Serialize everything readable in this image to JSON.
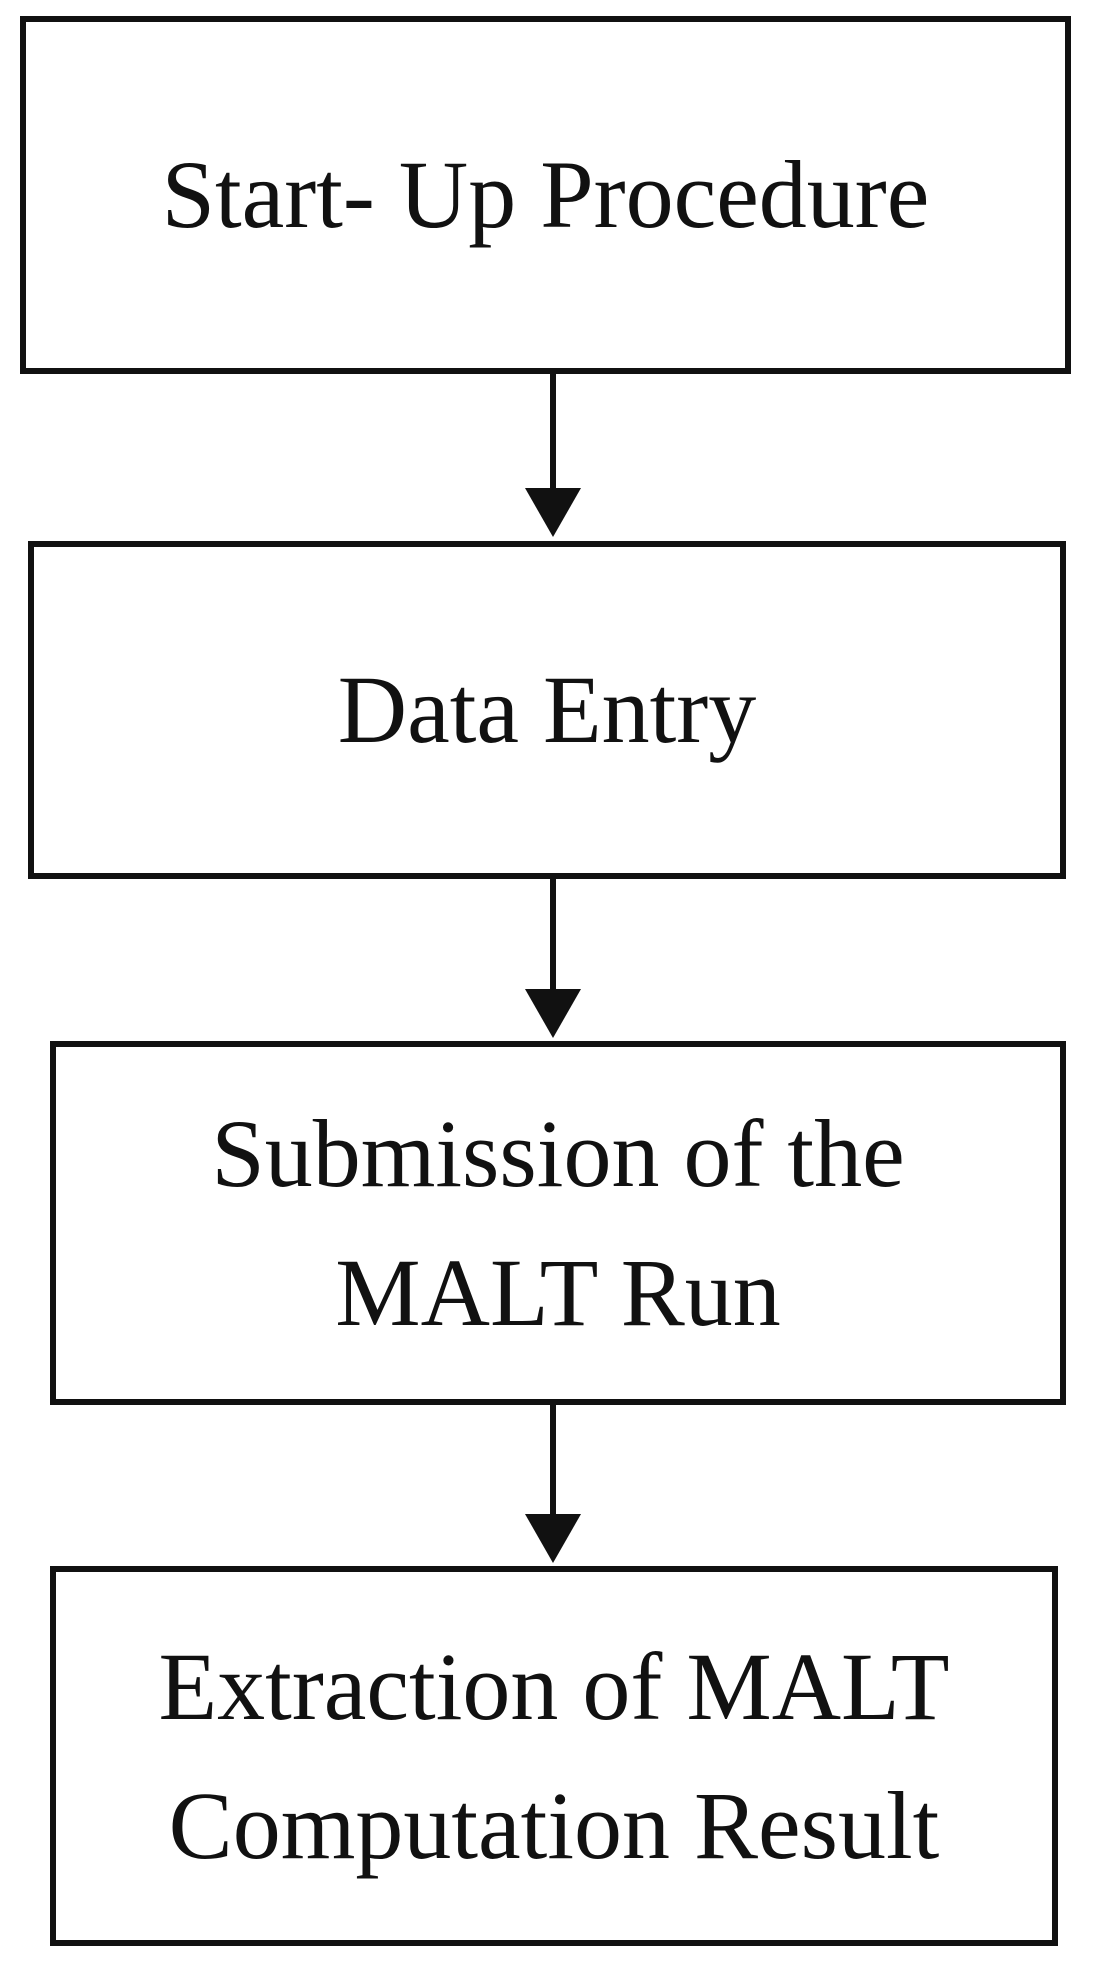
{
  "steps": [
    {
      "label": "Start- Up Procedure"
    },
    {
      "label": "Data Entry"
    },
    {
      "label": "Submission of the\nMALT Run"
    },
    {
      "label": "Extraction of MALT\nComputation Result"
    }
  ],
  "colors": {
    "stroke": "#111111",
    "background": "#ffffff"
  }
}
